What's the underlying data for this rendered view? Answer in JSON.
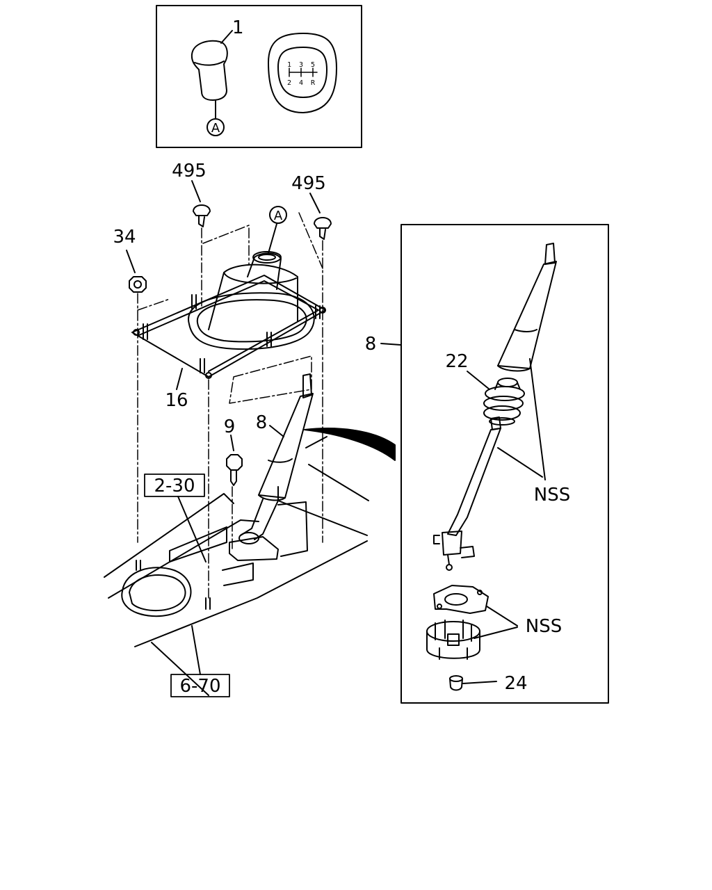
{
  "labels": {
    "part_1": "1",
    "callout_a_knob": "A",
    "part_495_left": "495",
    "part_495_right": "495",
    "callout_a_boot": "A",
    "part_34": "34",
    "part_16": "16",
    "part_9": "9",
    "part_8_main": "8",
    "ref_2_30": "2-30",
    "ref_6_70": "6-70",
    "part_8_detail": "8",
    "part_22": "22",
    "nss_upper": "NSS",
    "nss_lower": "NSS",
    "part_24": "24"
  },
  "shift_pattern": {
    "top_row": [
      "1",
      "3",
      "5"
    ],
    "bottom_row": [
      "2",
      "4",
      "R"
    ]
  }
}
